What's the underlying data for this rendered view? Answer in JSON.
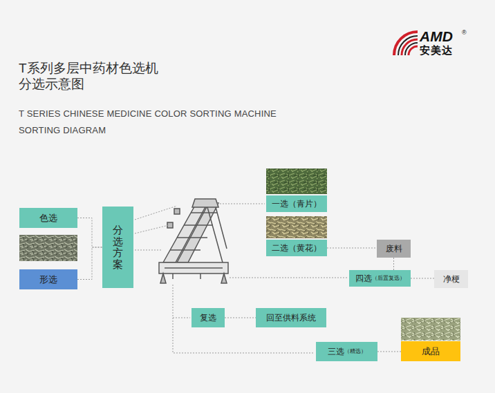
{
  "diagram": {
    "title": "T系列多层中药材色选机 分选示意图",
    "nodes": [
      {
        "text": [
          "色选"
        ]
      },
      {
        "text": [
          "形选"
        ]
      },
      {
        "text": [
          "分选方案"
        ]
      },
      {
        "text": [
          "一选（青片）"
        ]
      },
      {
        "text": [
          "二选（黄花）"
        ]
      },
      {
        "text": [
          "废料"
        ]
      },
      {
        "text": [
          "四选",
          "（后置复选）"
        ]
      },
      {
        "text": [
          "净梗"
        ]
      },
      {
        "text": [
          "复选"
        ]
      },
      {
        "text": [
          "回至供料系统"
        ]
      },
      {
        "text": [
          "三选",
          "（精选）"
        ]
      },
      {
        "text": [
          "成品"
        ]
      }
    ],
    "edges": [
      {
        "from": 0,
        "to": 2,
        "arrow": "none"
      },
      {
        "from": 1,
        "to": 2,
        "arrow": "none"
      },
      {
        "from": 4,
        "to": 5,
        "arrow": "none"
      },
      {
        "from": 5,
        "to": 6,
        "arrow": "none"
      },
      {
        "from": 6,
        "to": 7,
        "arrow": "none"
      },
      {
        "from": 8,
        "to": 9,
        "arrow": "none"
      },
      {
        "from": 10,
        "to": 11,
        "arrow": "none"
      }
    ],
    "labels": [
      "T SERIES CHINESE MEDICINE COLOR SORTING MACHINE SORTING DIAGRAM",
      "AMD",
      "®",
      "安美达"
    ]
  }
}
